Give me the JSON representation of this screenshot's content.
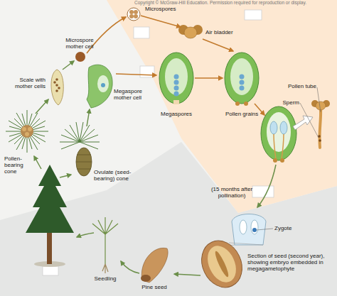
{
  "diagram": {
    "labels": [
      "Copyright © McGraw-Hill Education. Permission required for reproduction or display.",
      "Microspores",
      "Air bladder",
      "Microspore mother cell",
      "Scale with mother cells",
      "Megaspore mother cell",
      "Megaspores",
      "Pollen grains",
      "Pollen tube",
      "Sperm",
      "Pollen-bearing cone",
      "Ovulate (seed-bearing) cone",
      "(15 months after pollination)",
      "Zygote",
      "Section of seed (second year), showing embryo embedded in megagametophyte",
      "Pine seed",
      "Seedling"
    ]
  }
}
